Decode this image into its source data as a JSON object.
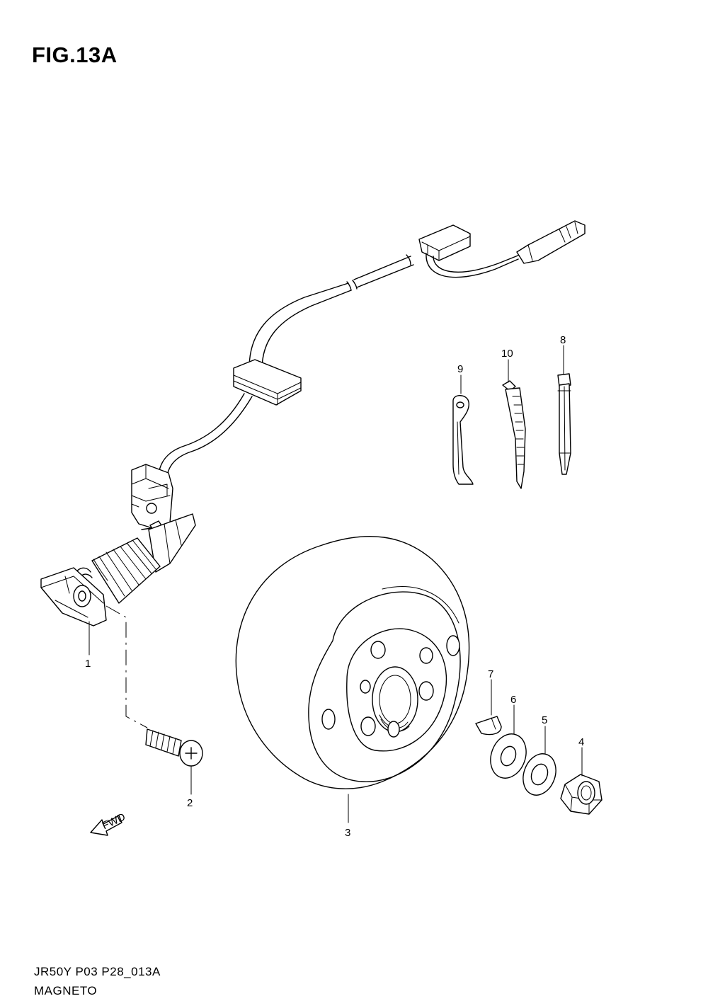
{
  "figure": {
    "title": "FIG.13A",
    "code": "JR50Y P03 P28_013A",
    "name": "MAGNETO"
  },
  "callouts": [
    {
      "id": "1",
      "label": "1"
    },
    {
      "id": "2",
      "label": "2"
    },
    {
      "id": "3",
      "label": "3"
    },
    {
      "id": "4",
      "label": "4"
    },
    {
      "id": "5",
      "label": "5"
    },
    {
      "id": "6",
      "label": "6"
    },
    {
      "id": "7",
      "label": "7"
    },
    {
      "id": "8",
      "label": "8"
    },
    {
      "id": "9",
      "label": "9"
    },
    {
      "id": "10",
      "label": "10"
    }
  ],
  "fwd_arrow": {
    "label": "FWD"
  }
}
